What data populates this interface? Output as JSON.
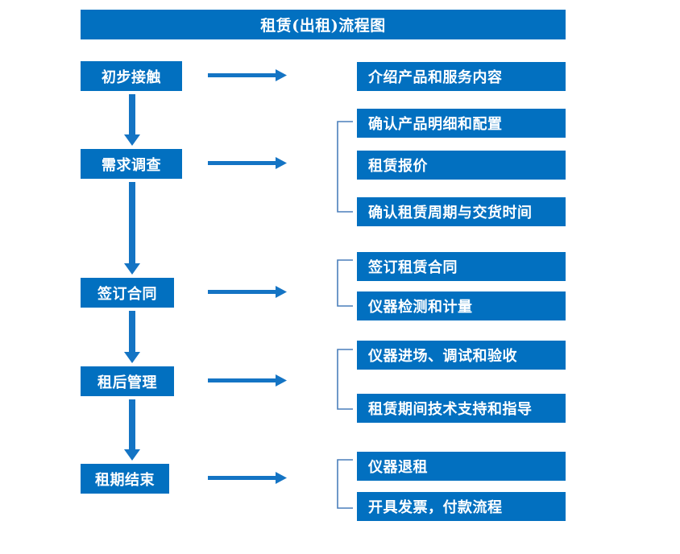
{
  "title": {
    "text": "租赁(出租)流程图"
  },
  "colors": {
    "box_fill": "#0270c0",
    "box_text": "#ffffff",
    "arrow": "#1474c4",
    "bracket": "#4a7ebb",
    "background": "#ffffff"
  },
  "stages": [
    {
      "id": "initial-contact",
      "label": "初步接触"
    },
    {
      "id": "needs-survey",
      "label": "需求调查"
    },
    {
      "id": "sign-contract",
      "label": "签订合同"
    },
    {
      "id": "post-rental",
      "label": "租后管理"
    },
    {
      "id": "lease-end",
      "label": "租期结束"
    }
  ],
  "details": [
    {
      "id": "intro-products",
      "label": "介绍产品和服务内容"
    },
    {
      "id": "confirm-spec",
      "label": "确认产品明细和配置"
    },
    {
      "id": "rental-quote",
      "label": "租赁报价"
    },
    {
      "id": "confirm-period",
      "label": "确认租赁周期与交货时间"
    },
    {
      "id": "sign-lease",
      "label": "签订租赁合同"
    },
    {
      "id": "instrument-test",
      "label": "仪器检测和计量"
    },
    {
      "id": "instrument-entry",
      "label": "仪器进场、调试和验收"
    },
    {
      "id": "tech-support",
      "label": "租赁期间技术支持和指导"
    },
    {
      "id": "instrument-return",
      "label": "仪器退租"
    },
    {
      "id": "invoice-payment",
      "label": "开具发票，付款流程"
    }
  ],
  "connectors": {
    "horizontal_arrow_count": 5,
    "vertical_arrow_count": 4,
    "bracket_count": 4
  }
}
